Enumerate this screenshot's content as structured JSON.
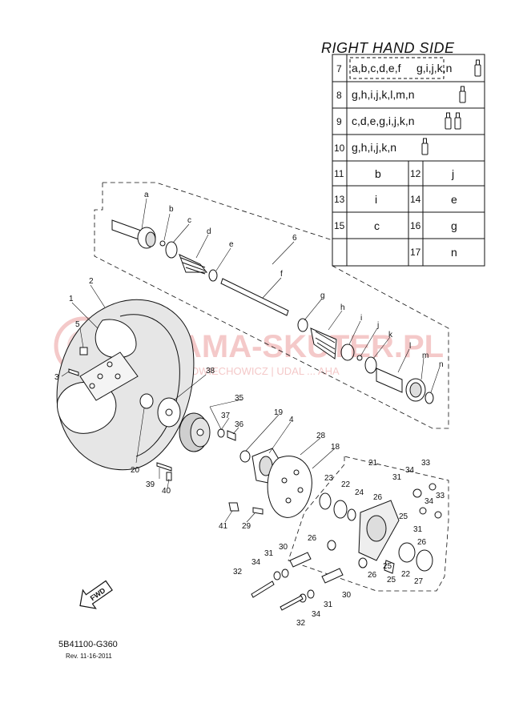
{
  "header": {
    "title": "RIGHT HAND SIDE"
  },
  "table": {
    "kit_rows": [
      {
        "num": "7",
        "text_boxed": "a,b,c,d,e,f",
        "text_rest": "g,i,j,k,n",
        "icon": "grease-tube-icon"
      },
      {
        "num": "8",
        "text": "g,h,i,j,k,l,m,n",
        "icon": "grease-tube-icon"
      },
      {
        "num": "9",
        "text": "c,d,e,g,i,j,k,n",
        "icon": "grease-tube-icon"
      },
      {
        "num": "10",
        "text": "g,h,i,j,k,n",
        "icon": "grease-tube-icon"
      }
    ],
    "pair_rows": [
      {
        "left_num": "11",
        "left_val": "b",
        "right_num": "12",
        "right_val": "j"
      },
      {
        "left_num": "13",
        "left_val": "i",
        "right_num": "14",
        "right_val": "e"
      },
      {
        "left_num": "15",
        "left_val": "c",
        "right_num": "16",
        "right_val": "g"
      },
      {
        "left_num": "",
        "left_val": "",
        "right_num": "17",
        "right_val": "n"
      }
    ]
  },
  "callouts": {
    "a": "a",
    "b": "b",
    "c": "c",
    "d": "d",
    "e": "e",
    "f": "f",
    "g": "g",
    "h": "h",
    "i": "i",
    "j": "j",
    "k": "k",
    "l": "l",
    "m": "m",
    "n": "n",
    "p1": "1",
    "p2": "2",
    "p3": "3",
    "p4": "4",
    "p5": "5",
    "p6": "6",
    "p18": "18",
    "p19": "19",
    "p20": "20",
    "p21": "21",
    "p22a": "22",
    "p22b": "22",
    "p23": "23",
    "p24": "24",
    "p25a": "25",
    "p25b": "25",
    "p26a": "26",
    "p26b": "26",
    "p26c": "26",
    "p26d": "26",
    "p27": "27",
    "p28": "28",
    "p29": "29",
    "p30a": "30",
    "p30b": "30",
    "p31a": "31",
    "p31b": "31",
    "p31c": "31",
    "p31d": "31",
    "p32a": "32",
    "p32b": "32",
    "p33a": "33",
    "p33b": "33",
    "p34a": "34",
    "p34b": "34",
    "p34c": "34",
    "p34d": "34",
    "p35": "35",
    "p36": "36",
    "p37": "37",
    "p38": "38",
    "p39": "39",
    "p40": "40",
    "p41": "41"
  },
  "fwd_label": "FWD",
  "watermark": {
    "main": "YAMA-SKUTER.PL",
    "sub": "KOŁOWIECHOWICZ | UDAL ... AHA"
  },
  "footer": {
    "code": "5B41100-G360",
    "rev": "Rev.  11-16-2011"
  },
  "colors": {
    "line": "#111111",
    "watermark": "#f4c9c9",
    "hub": "#cfcfcf",
    "tire": "#e6e6e6"
  }
}
